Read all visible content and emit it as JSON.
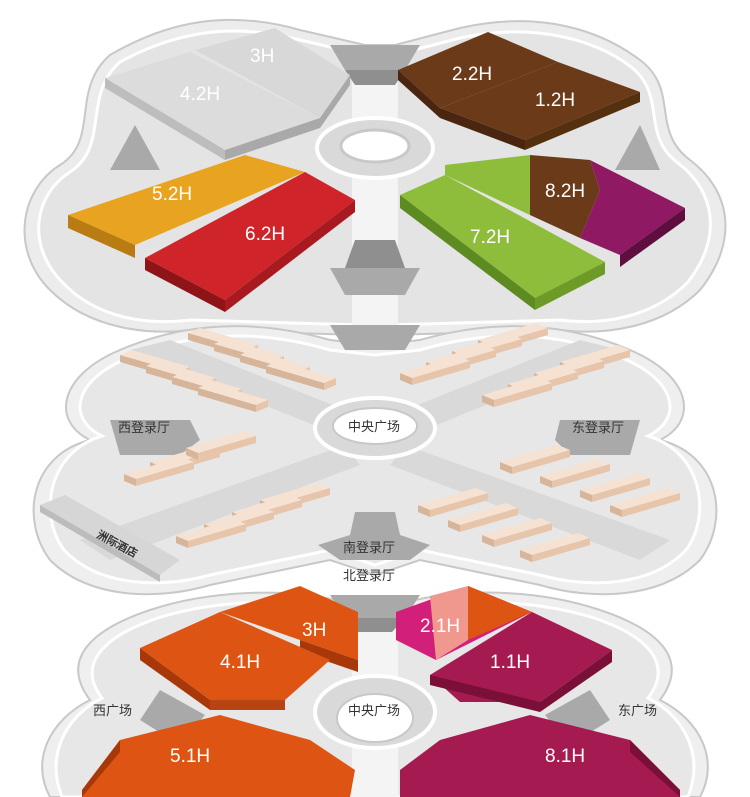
{
  "map": {
    "upper_level": {
      "halls": [
        {
          "id": "3H-upper",
          "label": "3H",
          "color": "#dcdcdc"
        },
        {
          "id": "4.2H",
          "label": "4.2H",
          "color": "#dcdcdc"
        },
        {
          "id": "2.2H",
          "label": "2.2H",
          "color": "#6a3a19"
        },
        {
          "id": "1.2H",
          "label": "1.2H",
          "color": "#6a3a19"
        },
        {
          "id": "5.2H",
          "label": "5.2H",
          "color": "#e8a420"
        },
        {
          "id": "6.2H",
          "label": "6.2H",
          "color": "#cf2429"
        },
        {
          "id": "7.2H",
          "label": "7.2H",
          "color": "#8dbd3a"
        },
        {
          "id": "8.2H",
          "label": "8.2H",
          "color": "#6a3a19"
        }
      ],
      "accent_color": "#8f1a63"
    },
    "middle_level": {
      "places": {
        "west_hall": "西登录厅",
        "east_hall": "东登录厅",
        "central_plaza": "中央广场",
        "south_hall": "南登录厅",
        "hotel": "洲际酒店"
      },
      "building_color": "#efd3bd"
    },
    "lower_level": {
      "places": {
        "north_hall": "北登录厅",
        "west_plaza": "西广场",
        "central_plaza": "中央广场",
        "east_plaza": "东广场"
      },
      "halls": [
        {
          "id": "3H-lower",
          "label": "3H",
          "color": "#de5513"
        },
        {
          "id": "4.1H",
          "label": "4.1H",
          "color": "#de5513"
        },
        {
          "id": "2.1H",
          "label": "2.1H",
          "color": "#d21f7a"
        },
        {
          "id": "1.1H",
          "label": "1.1H",
          "color": "#a51a50"
        },
        {
          "id": "5.1H",
          "label": "5.1H",
          "color": "#de5513"
        },
        {
          "id": "8.1H",
          "label": "8.1H",
          "color": "#a51a50"
        }
      ]
    }
  }
}
